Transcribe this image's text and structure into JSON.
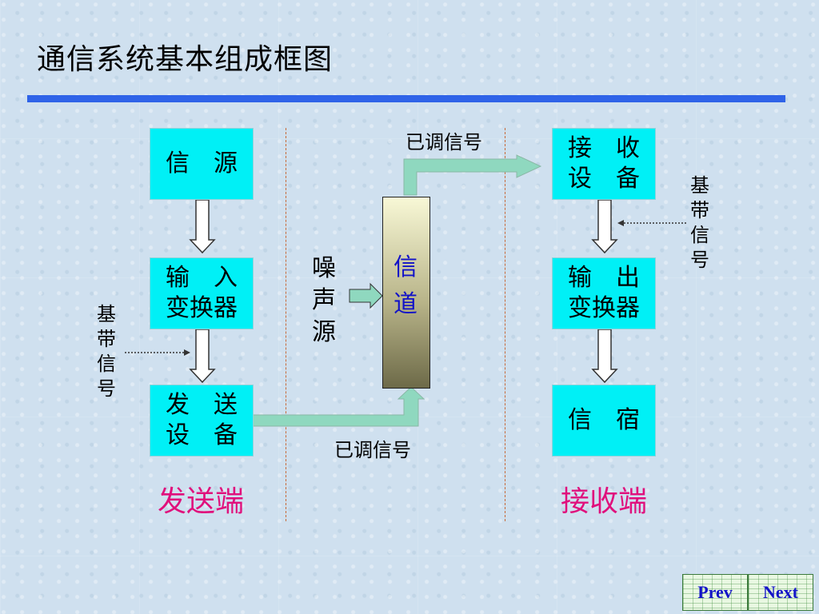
{
  "title": "通信系统基本组成框图",
  "boxes": {
    "source": [
      "信　源"
    ],
    "input_transducer": [
      "输　入",
      "变换器"
    ],
    "transmitter": [
      "发　送",
      "设　备"
    ],
    "receiver": [
      "接　收",
      "设　备"
    ],
    "output_transducer": [
      "输　出",
      "变换器"
    ],
    "sink": [
      "信　宿"
    ]
  },
  "channel": {
    "label": "信道"
  },
  "noise": {
    "label": "噪声源"
  },
  "labels": {
    "modulated_top": "已调信号",
    "modulated_bottom": "已调信号",
    "baseband_left": "基带信号",
    "baseband_right": "基带信号",
    "sender_side": "发送端",
    "receiver_side": "接收端"
  },
  "nav": {
    "prev": "Prev",
    "next": "Next"
  },
  "colors": {
    "box_fill": "#00f0f6",
    "title_rule": "#2f63e8",
    "side_label": "#e0107c",
    "channel_text": "#1212c8",
    "arrow_fill": "#8fd8bf",
    "background": "#cfe0ef"
  }
}
